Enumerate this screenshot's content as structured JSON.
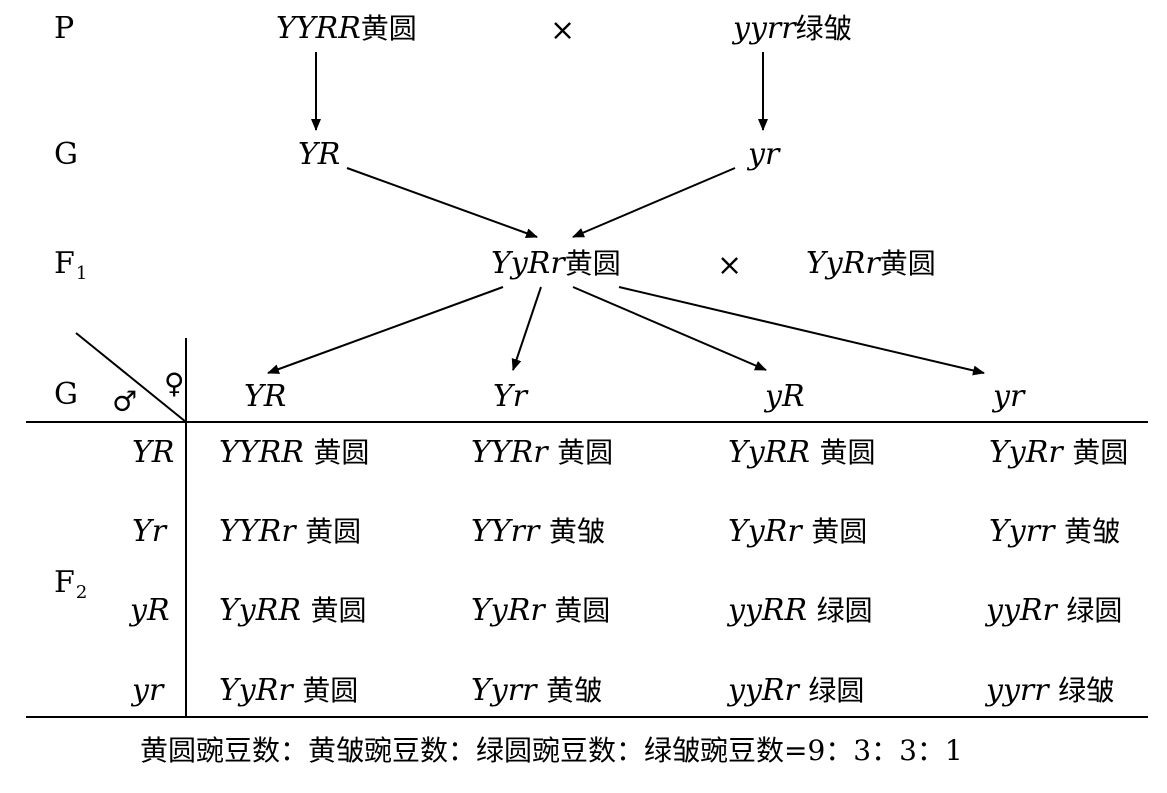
{
  "generation_labels": {
    "p": "P",
    "g1": "G",
    "f1_main": "F",
    "f1_sub": "1",
    "g2": "G",
    "f2_main": "F",
    "f2_sub": "2"
  },
  "parents": {
    "left_genotype": "YYRR",
    "left_phenotype": "黄圆",
    "cross_symbol": "×",
    "right_genotype": "yyrr",
    "right_phenotype": "绿皱"
  },
  "parent_gametes": [
    "YR",
    "yr"
  ],
  "f1": {
    "left_genotype": "YyRr",
    "left_phenotype": "黄圆",
    "cross_symbol": "×",
    "right_genotype": "YyRr",
    "right_phenotype": "黄圆"
  },
  "f1_gametes": [
    "YR",
    "Yr",
    "yR",
    "yr"
  ],
  "corner": {
    "female_symbol": "♀",
    "male_symbol": "♂"
  },
  "punnett": {
    "row_gametes": [
      "YR",
      "Yr",
      "yR",
      "yr"
    ],
    "cells": [
      [
        {
          "g": "YYRR",
          "p": "黄圆"
        },
        {
          "g": "YYRr",
          "p": "黄圆"
        },
        {
          "g": "YyRR",
          "p": "黄圆"
        },
        {
          "g": "YyRr",
          "p": "黄圆"
        }
      ],
      [
        {
          "g": "YYRr",
          "p": "黄圆"
        },
        {
          "g": "YYrr",
          "p": "黄皱"
        },
        {
          "g": "YyRr",
          "p": "黄圆"
        },
        {
          "g": "Yyrr",
          "p": "黄皱"
        }
      ],
      [
        {
          "g": "YyRR",
          "p": "黄圆"
        },
        {
          "g": "YyRr",
          "p": "黄圆"
        },
        {
          "g": "yyRR",
          "p": "绿圆"
        },
        {
          "g": "yyRr",
          "p": "绿圆"
        }
      ],
      [
        {
          "g": "YyRr",
          "p": "黄圆"
        },
        {
          "g": "Yyrr",
          "p": "黄皱"
        },
        {
          "g": "yyRr",
          "p": "绿圆"
        },
        {
          "g": "yyrr",
          "p": "绿皱"
        }
      ]
    ]
  },
  "ratio_text": "黄圆豌豆数：黄皱豌豆数：绿圆豌豆数：绿皱豌豆数=9：3：3：1"
}
